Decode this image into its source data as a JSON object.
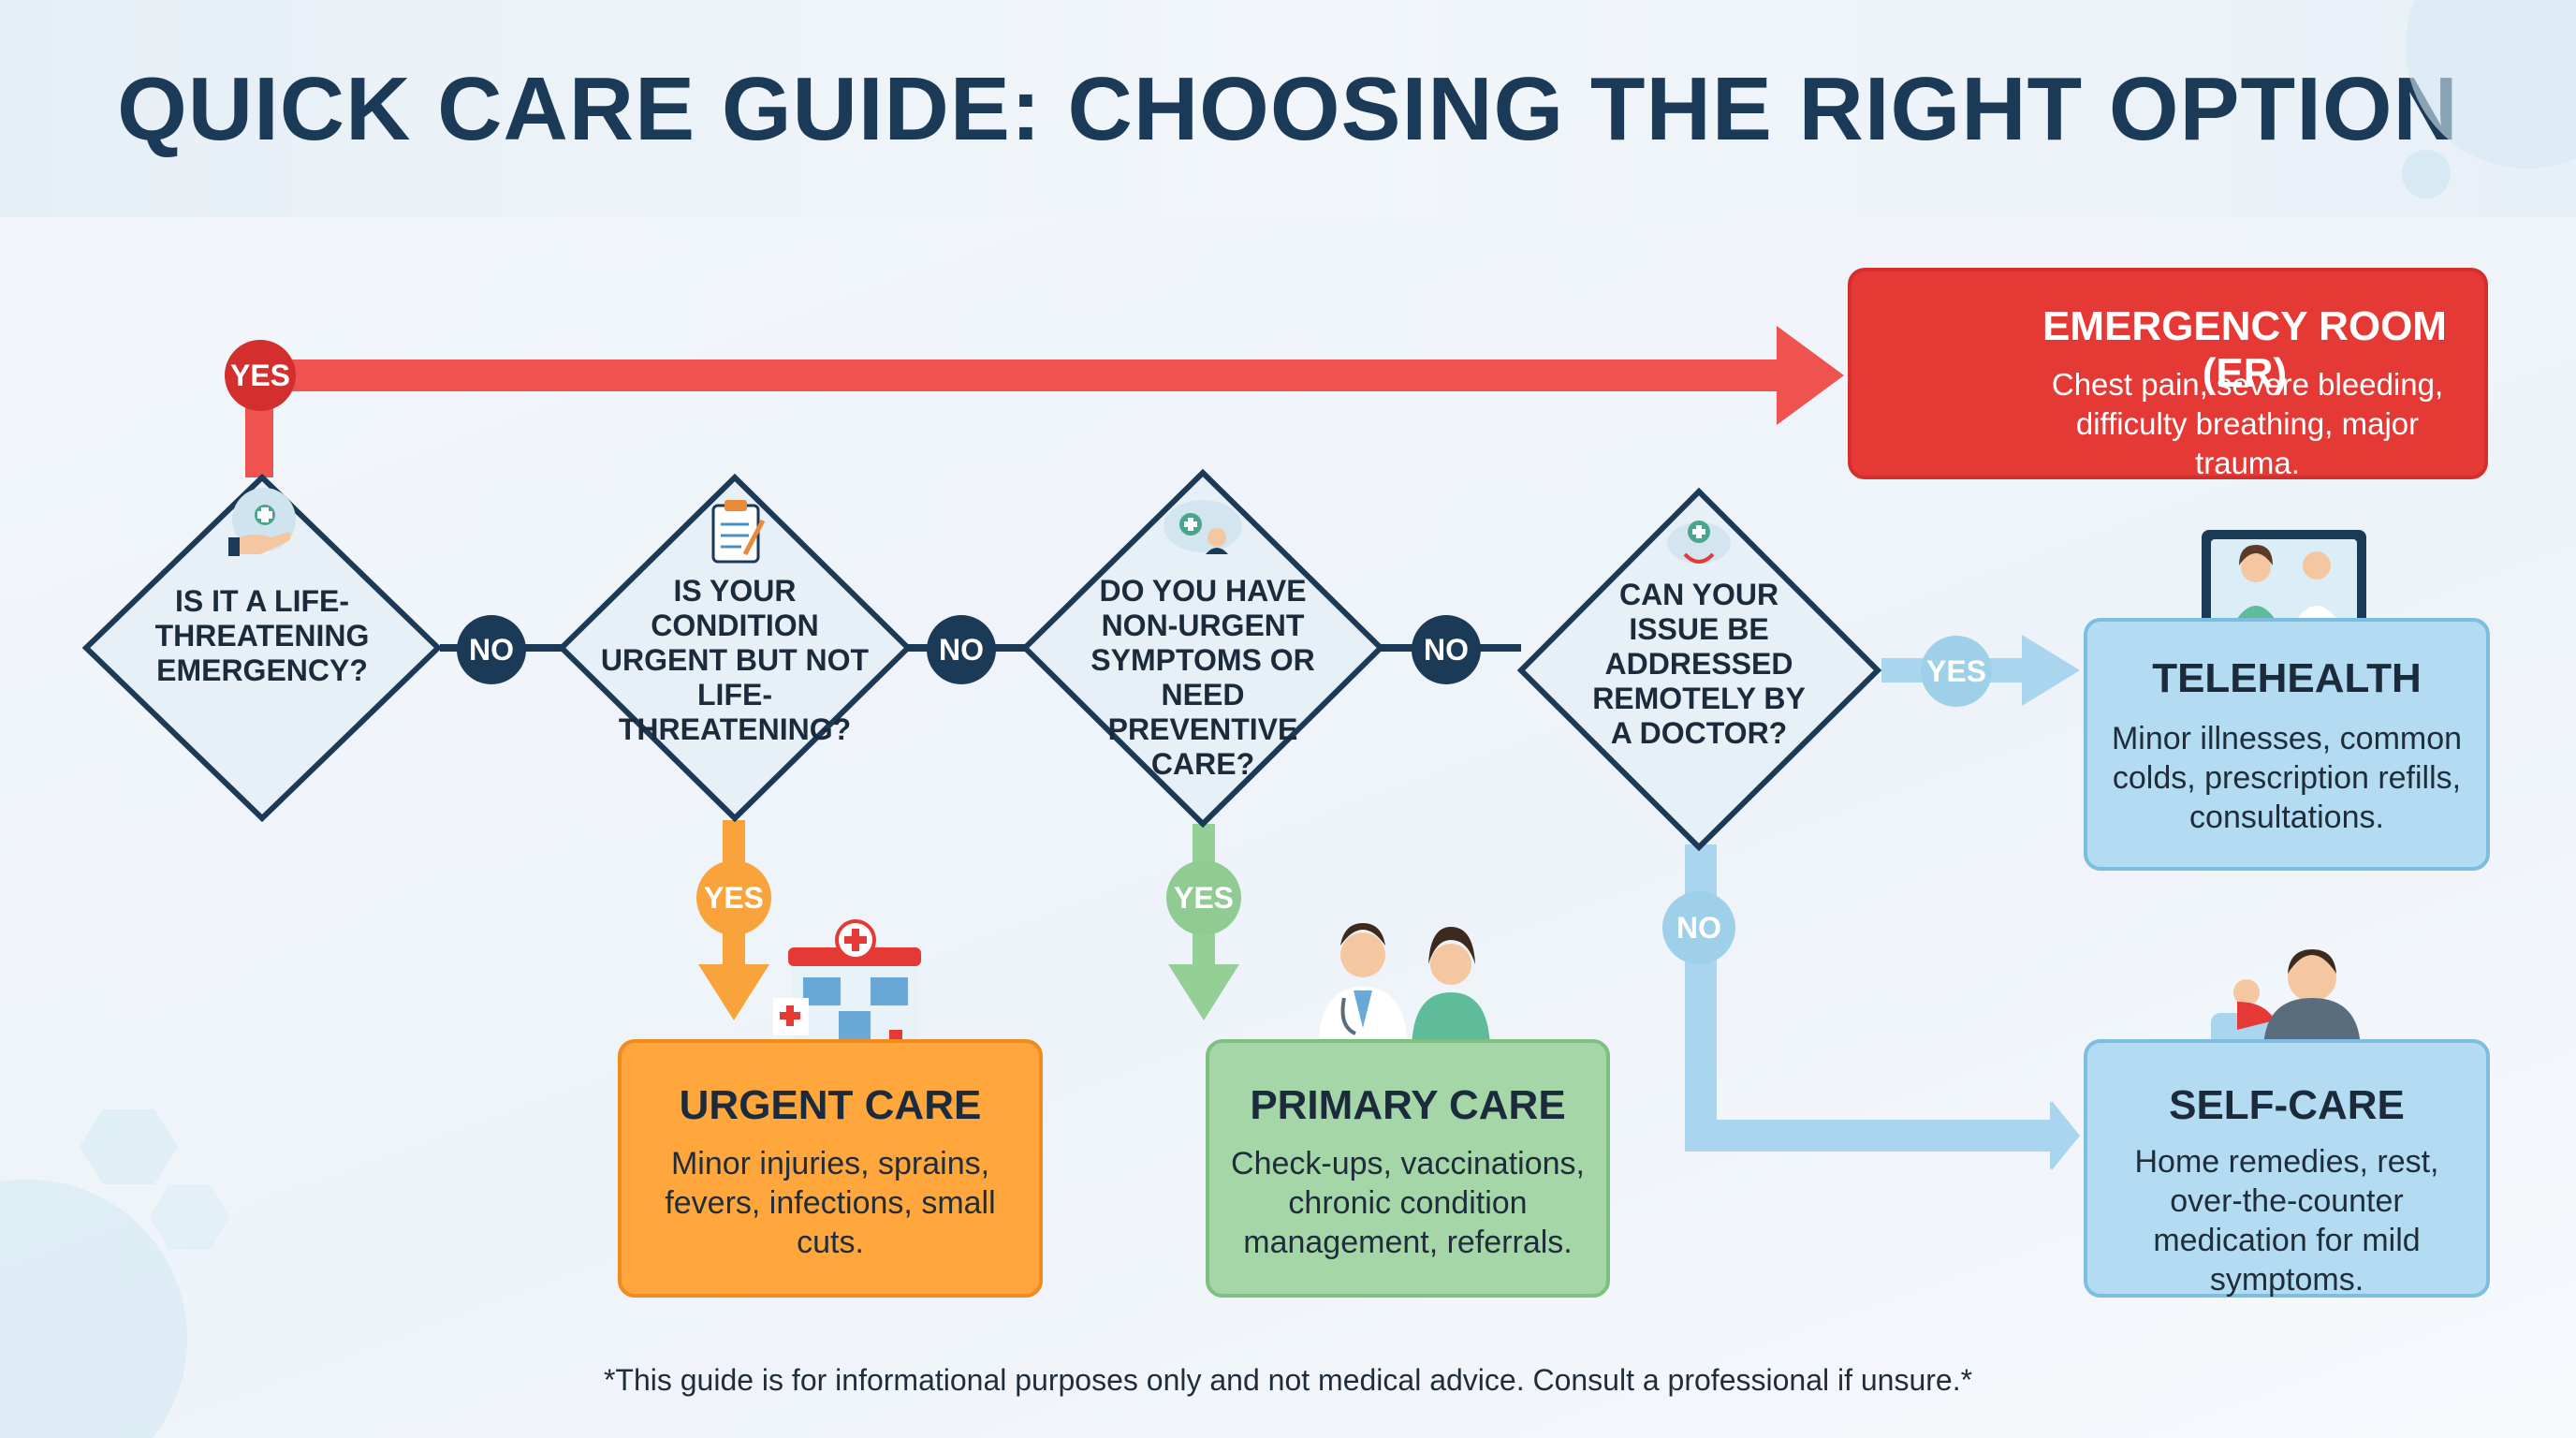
{
  "title": "QUICK CARE GUIDE: CHOOSING THE RIGHT OPTION",
  "questions": [
    "IS IT A LIFE-THREATENING EMERGENCY?",
    "IS YOUR CONDITION URGENT BUT NOT LIFE-THREATENING?",
    "DO YOU HAVE NON-URGENT SYMPTOMS OR NEED PREVENTIVE CARE?",
    "CAN YOUR ISSUE BE ADDRESSED REMOTELY BY A DOCTOR?"
  ],
  "labels": {
    "yes": "YES",
    "no": "NO"
  },
  "options": {
    "er": {
      "title": "EMERGENCY ROOM (ER)",
      "desc": "Chest pain, severe bleeding, difficulty breathing, major trauma."
    },
    "telehealth": {
      "title": "TELEHEALTH",
      "desc": "Minor illnesses, common colds, prescription refills, consultations."
    },
    "urgent": {
      "title": "URGENT CARE",
      "desc": "Minor injuries, sprains, fevers, infections, small cuts."
    },
    "primary": {
      "title": "PRIMARY CARE",
      "desc": "Check-ups, vaccinations, chronic condition management, referrals."
    },
    "selfcare": {
      "title": "SELF-CARE",
      "desc": "Home remedies, rest, over-the-counter medication for mild symptoms."
    }
  },
  "footer": "*This guide is for informational purposes only and not medical advice. Consult a professional if unsure.*",
  "colors": {
    "navy": "#1b3a57",
    "er_red": "#e53935",
    "urgent_orange": "#ffa63d",
    "primary_green": "#a5d6a7",
    "telehealth_blue": "#b3dbf1",
    "arrow_red": "#ef5350",
    "arrow_orange": "#f8a33b",
    "arrow_green": "#94cf96",
    "arrow_blue": "#a9d6ee"
  },
  "icons": [
    "medical-cross-hand-icon",
    "clipboard-icon",
    "doctor-cloud-icon",
    "remote-doctor-icon",
    "hospital-ambulance-icon",
    "video-call-doctors-icon",
    "clinic-building-icon",
    "doctor-and-nurse-icon",
    "person-resting-icon"
  ]
}
